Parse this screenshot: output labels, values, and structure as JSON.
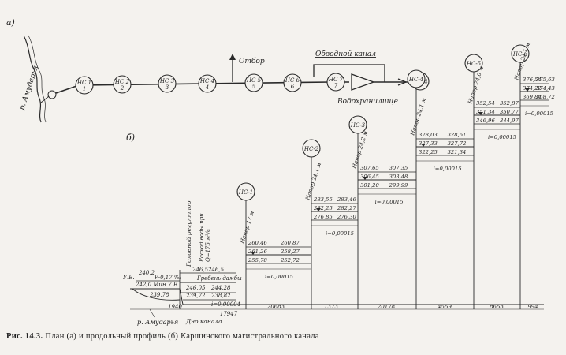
{
  "plan": {
    "label": "а)",
    "river": "р. Амударья",
    "stations": [
      "НС 1",
      "НС 2",
      "НС 3",
      "НС 4",
      "НС 5",
      "НС 6",
      "НС 7"
    ],
    "offtake": "Отбор",
    "bypass": "Обводной канал",
    "reservoir": "Водохранилище",
    "end_station": "НС-4"
  },
  "profile": {
    "label": "б)",
    "river": "р. Амударья",
    "stations": [
      {
        "name": "НС-1",
        "head": "Напор 17 м",
        "top": [
          "260,46",
          "260,87"
        ],
        "mid": [
          "261,26",
          "258,27"
        ],
        "low": [
          "255,78",
          "252,72"
        ],
        "slope": "i=0,00015"
      },
      {
        "name": "НС-2",
        "head": "Напор 24,1 м",
        "top": [
          "283,55",
          "283,46"
        ],
        "mid": [
          "282,25",
          "282,27"
        ],
        "low": [
          "276,85",
          "276,30"
        ],
        "slope": "i=0,00015"
      },
      {
        "name": "НС-3",
        "head": "Напор 24,2 м",
        "top": [
          "307,65",
          "307,35"
        ],
        "mid": [
          "306,45",
          "303,48"
        ],
        "low": [
          "301,20",
          "299,99"
        ],
        "slope": "i=0,00015"
      },
      {
        "name": "НС-4",
        "head": "Напор 24,1 м",
        "top": [
          "328,03",
          "328,61"
        ],
        "mid": [
          "327,33",
          "327,72"
        ],
        "low": [
          "322,25",
          "321,34"
        ],
        "slope": "i=0,00015"
      },
      {
        "name": "НС-5",
        "head": "Напор 24,0 м",
        "top": [
          "352,54",
          "352,87"
        ],
        "mid": [
          "351,34",
          "350,77"
        ],
        "low": [
          "346,96",
          "344,97"
        ],
        "slope": "i=0,00015"
      },
      {
        "name": "НС-6",
        "head": "Напор 24,1 м",
        "top": [
          "376,54",
          "375,63"
        ],
        "mid": [
          "374,22",
          "374,43"
        ],
        "low": [
          "369,84",
          "368,72"
        ],
        "slope": "i=0,00015"
      }
    ],
    "head_regulator": "Головной регулятор",
    "discharge": "Расход воды при",
    "discharge_q": "Q=175 м³/с",
    "dam_crest": "Гребень дамбы",
    "canal_bottom": "Дно канала",
    "uv": "У.В.",
    "start_level": "240,2",
    "p_label": "Р-0,17 ‰",
    "levels_left": [
      "242,0 Мин У.В.",
      "239,78"
    ],
    "levels_reg": [
      "246,5",
      "246,5",
      "246,05",
      "244,28",
      "239,72",
      "238,82"
    ],
    "reg_slope": "i=0,00004",
    "km_labels": [
      "1940",
      "17947",
      "20683",
      "1373",
      "20178",
      "4559",
      "8653",
      "994"
    ]
  },
  "caption": {
    "fig": "Рис. 14.3.",
    "text": "План (а) и продольный профиль (б) Каршинского магистрального канала"
  },
  "colors": {
    "ink": "#2a2a2a",
    "paper": "#f4f2ee"
  }
}
